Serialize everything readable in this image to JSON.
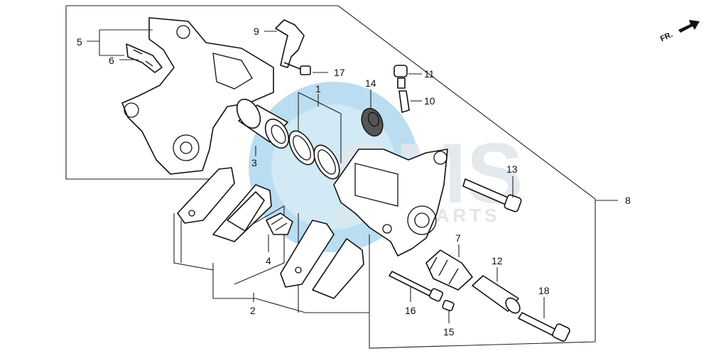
{
  "watermark": {
    "brand": "CMS",
    "tagline": "MOTORPARTS",
    "colors": {
      "globe": "#1e8fd0",
      "text": "#c9d3dc"
    }
  },
  "direction_badge": {
    "label": "FR."
  },
  "callouts": [
    "1",
    "2",
    "3",
    "4",
    "5",
    "6",
    "7",
    "8",
    "9",
    "10",
    "11",
    "12",
    "13",
    "14",
    "15",
    "16",
    "17",
    "18"
  ],
  "colors": {
    "line": "#222222",
    "part_fill": "#ffffff",
    "part_stroke": "#111111"
  }
}
